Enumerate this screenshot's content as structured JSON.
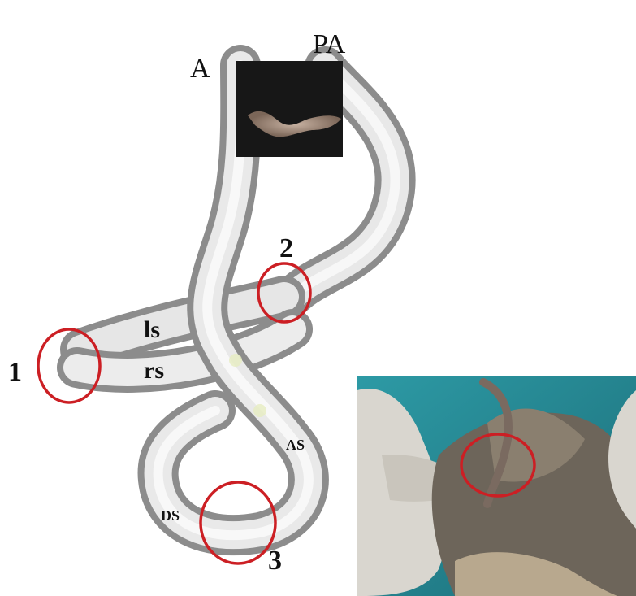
{
  "labels": {
    "A": "A",
    "PA": "PA",
    "ls": "ls",
    "rs": "rs",
    "AS": "AS",
    "DS": "DS",
    "n1": "1",
    "n2": "2",
    "n3": "3"
  },
  "colors": {
    "tube_light": "#f4f4f4",
    "tube_mid": "#d9d9d9",
    "tube_dark": "#8a8a8a",
    "circle": "#cc1f24",
    "inset_bg": "#2e8b95",
    "specimen_bg": "#161616"
  },
  "images": {
    "top_inset": "specimen photograph on black background",
    "bottom_inset": "dissection photograph with gloved hands on teal drape"
  }
}
